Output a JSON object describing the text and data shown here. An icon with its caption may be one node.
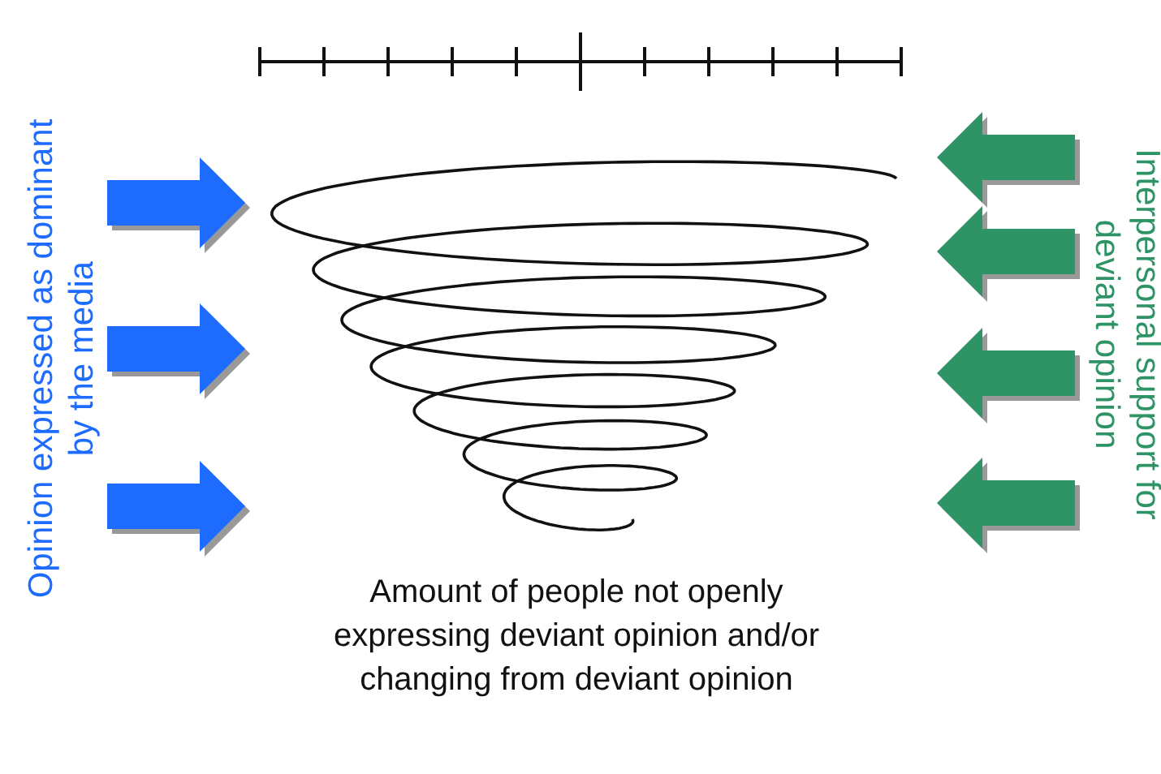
{
  "diagram": {
    "labels": [
      "Opinion expressed as dominant by the media",
      "Interpersonal support for deviant opinion",
      "Amount of people not openly expressing deviant opinion and/or changing from deviant opinion"
    ]
  }
}
